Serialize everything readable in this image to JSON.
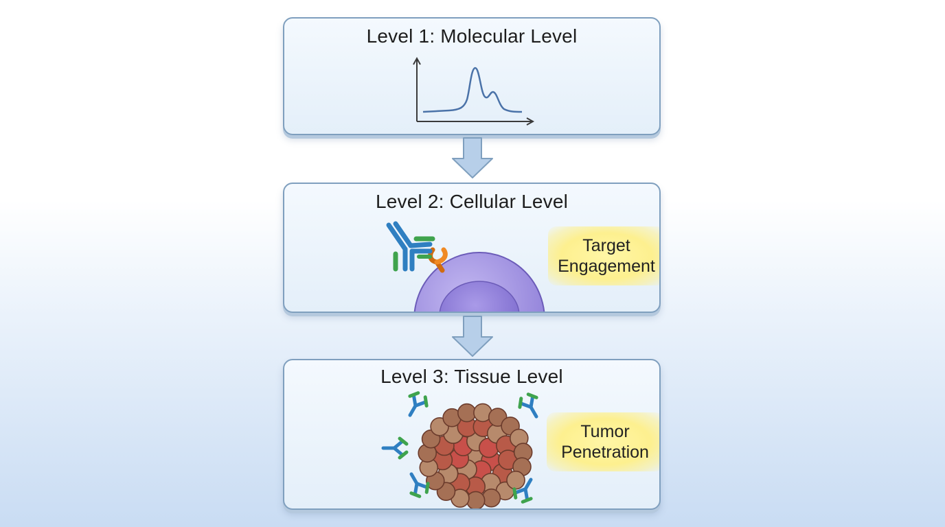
{
  "levels": [
    {
      "title": "Level 1: Molecular Level"
    },
    {
      "title": "Level 2: Cellular Level",
      "callout": {
        "line1": "Target",
        "line2": "Engagement"
      }
    },
    {
      "title": "Level 3: Tissue Level",
      "callout": {
        "line1": "Tumor",
        "line2": "Penetration"
      }
    }
  ],
  "icons": {
    "level1": "spectrum-peak-graph-icon",
    "level2": "antibody-binding-cell-icon",
    "level3": "tumor-with-antibodies-icon"
  },
  "colors": {
    "panel_border": "#7f9fbe",
    "panel_fill": "#e4eff9",
    "arrow_fill": "#b7cfe9",
    "highlight": "#fdf08f",
    "antibody_blue": "#2f7fc1",
    "antibody_green": "#3fa34d",
    "receptor_orange": "#f08a24",
    "cell_purple": "#9f8fe0",
    "tumor_red": "#c8504a",
    "tumor_brown": "#a57055"
  }
}
